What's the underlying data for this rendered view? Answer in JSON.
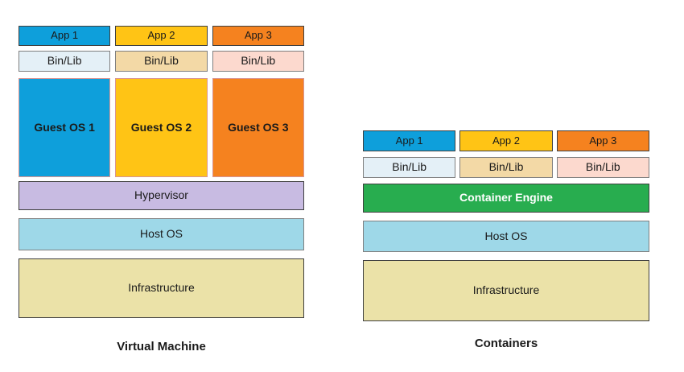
{
  "colors": {
    "app_blue": "#0E9FDB",
    "app_yellow": "#FFC415",
    "app_orange": "#F5821F",
    "binlib_blue": "#E4F0F7",
    "binlib_tan": "#F3D9A6",
    "binlib_pink": "#FCD9CE",
    "hypervisor_purple": "#C8BBE2",
    "host_os_blue": "#9ED8E8",
    "infrastructure_khaki": "#EBE2A8",
    "container_engine_green": "#28AD4F"
  },
  "vm_stack": {
    "title": "Virtual Machine",
    "apps": [
      "App 1",
      "App 2",
      "App 3"
    ],
    "binlibs": [
      "Bin/Lib",
      "Bin/Lib",
      "Bin/Lib"
    ],
    "guest_os": [
      "Guest OS 1",
      "Guest OS 2",
      "Guest OS 3"
    ],
    "layers": {
      "hypervisor": "Hypervisor",
      "host_os": "Host OS",
      "infrastructure": "Infrastructure"
    }
  },
  "container_stack": {
    "title": "Containers",
    "apps": [
      "App 1",
      "App 2",
      "App 3"
    ],
    "binlibs": [
      "Bin/Lib",
      "Bin/Lib",
      "Bin/Lib"
    ],
    "layers": {
      "container_engine": "Container Engine",
      "host_os": "Host OS",
      "infrastructure": "Infrastructure"
    }
  }
}
